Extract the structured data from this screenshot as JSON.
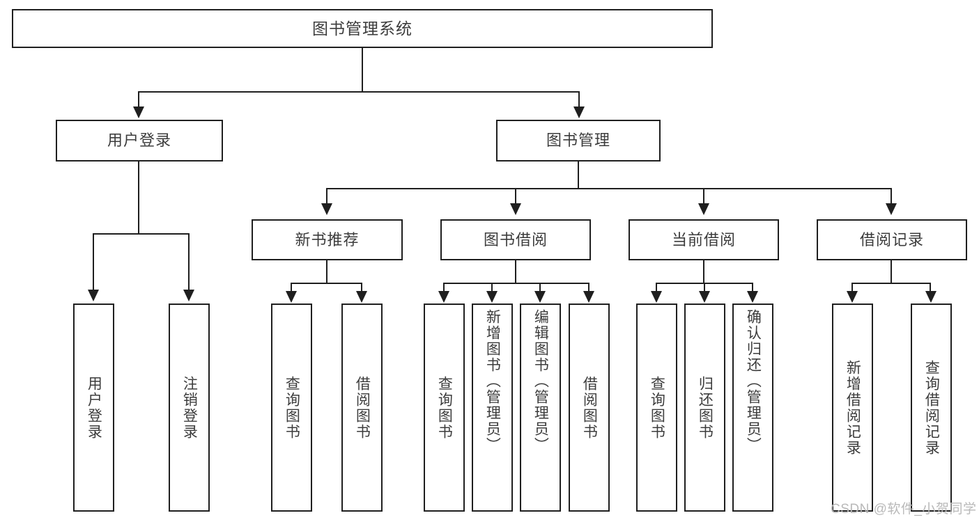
{
  "diagram": {
    "title": "图书管理系统",
    "type": "functional-structure-tree",
    "root": {
      "id": "root",
      "label": "图书管理系统"
    },
    "level2": [
      {
        "id": "user-login",
        "label": "用户登录"
      },
      {
        "id": "book-management",
        "label": "图书管理"
      }
    ],
    "level3": [
      {
        "id": "new-book-recommend",
        "label": "新书推荐"
      },
      {
        "id": "book-borrow",
        "label": "图书借阅"
      },
      {
        "id": "current-borrow",
        "label": "当前借阅"
      },
      {
        "id": "borrow-record",
        "label": "借阅记录"
      }
    ],
    "leaves": {
      "user_login": [
        {
          "id": "leaf-user-login",
          "label": "用户登录"
        },
        {
          "id": "leaf-logout",
          "label": "注销登录"
        }
      ],
      "new_book_recommend": [
        {
          "id": "leaf-query-book-1",
          "label": "查询图书"
        },
        {
          "id": "leaf-borrow-book-1",
          "label": "借阅图书"
        }
      ],
      "book_borrow": [
        {
          "id": "leaf-query-book-2",
          "label": "查询图书"
        },
        {
          "id": "leaf-add-book",
          "label": "新增图书（管理员）"
        },
        {
          "id": "leaf-edit-book",
          "label": "编辑图书（管理员）"
        },
        {
          "id": "leaf-borrow-book-2",
          "label": "借阅图书"
        }
      ],
      "current_borrow": [
        {
          "id": "leaf-query-book-3",
          "label": "查询图书"
        },
        {
          "id": "leaf-return-book",
          "label": "归还图书"
        },
        {
          "id": "leaf-confirm-return",
          "label": "确认归还（管理员）"
        }
      ],
      "borrow_record": [
        {
          "id": "leaf-add-record",
          "label": "新增借阅记录"
        },
        {
          "id": "leaf-query-record",
          "label": "查询借阅记录"
        }
      ]
    }
  },
  "watermark": {
    "text": "CSDN @软件_小贺同学"
  },
  "colors": {
    "stroke": "#1f1f1f",
    "text": "#3c3c3c",
    "background": "#ffffff",
    "watermark": "#b9b9b9"
  }
}
